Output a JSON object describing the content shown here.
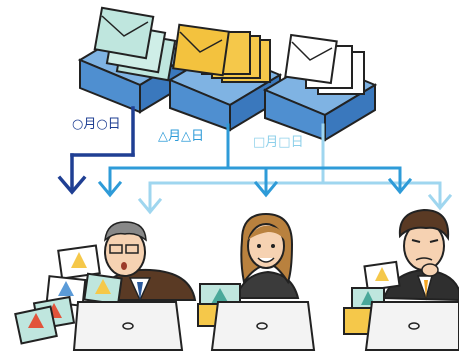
{
  "dates": [
    {
      "text": "○月○日",
      "color": "#1f3f93"
    },
    {
      "text": "△月△日",
      "color": "#2e9bd8"
    },
    {
      "text": "□月□日",
      "color": "#8fd0ea"
    }
  ],
  "colors": {
    "tray_blue": "#5b9bd8",
    "tray_dark": "#2b5b9e",
    "mail_teal": "#bfe6de",
    "mail_yellow": "#f5c84a",
    "mail_white": "#ffffff",
    "arrow_dark": "#1f3f93",
    "arrow_mid": "#2e9bd8",
    "arrow_light": "#9fd6ef",
    "outline": "#222222"
  },
  "people": [
    {
      "name": "senior-man"
    },
    {
      "name": "woman"
    },
    {
      "name": "young-man"
    }
  ]
}
